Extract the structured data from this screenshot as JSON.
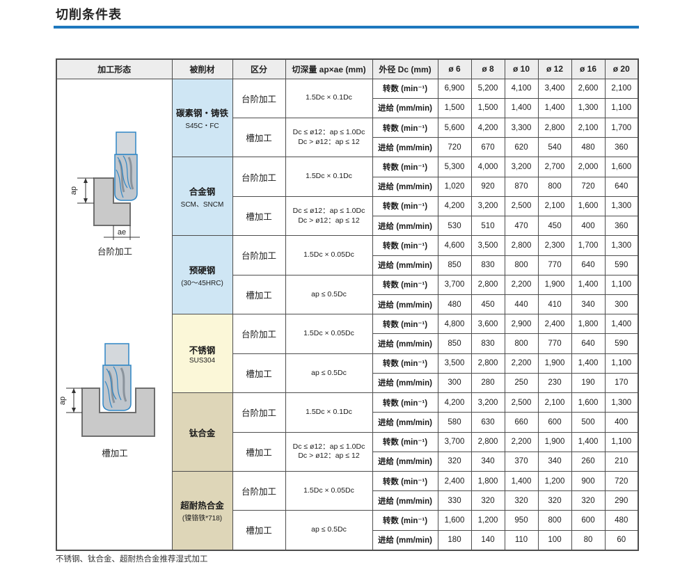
{
  "page": {
    "title": "切削条件表",
    "footnote": "不锈钢、钛合金、超耐热合金推荐湿式加工"
  },
  "colors": {
    "accent_bar": "#1e78be",
    "header_bg": "#ededed",
    "material_blue": "#cfe6f4",
    "material_yellow": "#fbf7d8",
    "material_tan": "#ded6b8",
    "tool_outline_blue": "#2f86c5",
    "border": "#4d4d4d"
  },
  "diagrams": {
    "step": {
      "caption": "台阶加工",
      "ap_label": "ap",
      "ae_label": "ae"
    },
    "slot": {
      "caption": "槽加工",
      "ap_label": "ap"
    }
  },
  "table": {
    "headers": {
      "form": "加工形态",
      "material": "被削材",
      "category": "区分",
      "depth": "切深量 ap×ae (mm)",
      "diameter": "外径 Dc (mm)",
      "sizes": [
        "ø 6",
        "ø 8",
        "ø 10",
        "ø 12",
        "ø 16",
        "ø 20"
      ]
    },
    "labels": {
      "speed": "转数 (min⁻¹)",
      "feed": "进给 (mm/min)"
    },
    "materials": [
      {
        "name": "碳素钢・铸铁",
        "sub": "S45C・FC",
        "steps": [
          {
            "category": "台阶加工",
            "depth": "1.5Dc × 0.1Dc",
            "speed": [
              "6,900",
              "5,200",
              "4,100",
              "3,400",
              "2,600",
              "2,100"
            ],
            "feed": [
              "1,500",
              "1,500",
              "1,400",
              "1,400",
              "1,300",
              "1,100"
            ]
          },
          {
            "category": "槽加工",
            "depth": "Dc ≤ ø12：ap ≤ 1.0Dc\nDc > ø12：ap ≤ 12",
            "speed": [
              "5,600",
              "4,200",
              "3,300",
              "2,800",
              "2,100",
              "1,700"
            ],
            "feed": [
              "720",
              "670",
              "620",
              "540",
              "480",
              "360"
            ]
          }
        ]
      },
      {
        "name": "合金钢",
        "sub": "SCM、SNCM",
        "steps": [
          {
            "category": "台阶加工",
            "depth": "1.5Dc × 0.1Dc",
            "speed": [
              "5,300",
              "4,000",
              "3,200",
              "2,700",
              "2,000",
              "1,600"
            ],
            "feed": [
              "1,020",
              "920",
              "870",
              "800",
              "720",
              "640"
            ]
          },
          {
            "category": "槽加工",
            "depth": "Dc ≤ ø12：ap ≤ 1.0Dc\nDc > ø12：ap ≤ 12",
            "speed": [
              "4,200",
              "3,200",
              "2,500",
              "2,100",
              "1,600",
              "1,300"
            ],
            "feed": [
              "530",
              "510",
              "470",
              "450",
              "400",
              "360"
            ]
          }
        ]
      },
      {
        "name": "预硬钢",
        "sub": "(30～45HRC)",
        "steps": [
          {
            "category": "台阶加工",
            "depth": "1.5Dc × 0.05Dc",
            "speed": [
              "4,600",
              "3,500",
              "2,800",
              "2,300",
              "1,700",
              "1,300"
            ],
            "feed": [
              "850",
              "830",
              "800",
              "770",
              "640",
              "590"
            ]
          },
          {
            "category": "槽加工",
            "depth": "ap ≤ 0.5Dc",
            "speed": [
              "3,700",
              "2,800",
              "2,200",
              "1,900",
              "1,400",
              "1,100"
            ],
            "feed": [
              "480",
              "450",
              "440",
              "410",
              "340",
              "300"
            ]
          }
        ]
      },
      {
        "name": "不锈钢",
        "sub": "SUS304",
        "steps": [
          {
            "category": "台阶加工",
            "depth": "1.5Dc × 0.05Dc",
            "speed": [
              "4,800",
              "3,600",
              "2,900",
              "2,400",
              "1,800",
              "1,400"
            ],
            "feed": [
              "850",
              "830",
              "800",
              "770",
              "640",
              "590"
            ]
          },
          {
            "category": "槽加工",
            "depth": "ap ≤ 0.5Dc",
            "speed": [
              "3,500",
              "2,800",
              "2,200",
              "1,900",
              "1,400",
              "1,100"
            ],
            "feed": [
              "300",
              "280",
              "250",
              "230",
              "190",
              "170"
            ]
          }
        ]
      },
      {
        "name": "钛合金",
        "sub": "",
        "steps": [
          {
            "category": "台阶加工",
            "depth": "1.5Dc × 0.1Dc",
            "speed": [
              "4,200",
              "3,200",
              "2,500",
              "2,100",
              "1,600",
              "1,300"
            ],
            "feed": [
              "580",
              "630",
              "660",
              "600",
              "500",
              "400"
            ]
          },
          {
            "category": "槽加工",
            "depth": "Dc ≤ ø12：ap ≤ 1.0Dc\nDc > ø12：ap ≤ 12",
            "speed": [
              "3,700",
              "2,800",
              "2,200",
              "1,900",
              "1,400",
              "1,100"
            ],
            "feed": [
              "320",
              "340",
              "370",
              "340",
              "260",
              "210"
            ]
          }
        ]
      },
      {
        "name": "超耐热合金",
        "sub": "(镍铬铁*718)",
        "steps": [
          {
            "category": "台阶加工",
            "depth": "1.5Dc × 0.05Dc",
            "speed": [
              "2,400",
              "1,800",
              "1,400",
              "1,200",
              "900",
              "720"
            ],
            "feed": [
              "330",
              "320",
              "320",
              "320",
              "320",
              "290"
            ]
          },
          {
            "category": "槽加工",
            "depth": "ap ≤ 0.5Dc",
            "speed": [
              "1,600",
              "1,200",
              "950",
              "800",
              "600",
              "480"
            ],
            "feed": [
              "180",
              "140",
              "110",
              "100",
              "80",
              "60"
            ]
          }
        ]
      }
    ]
  }
}
